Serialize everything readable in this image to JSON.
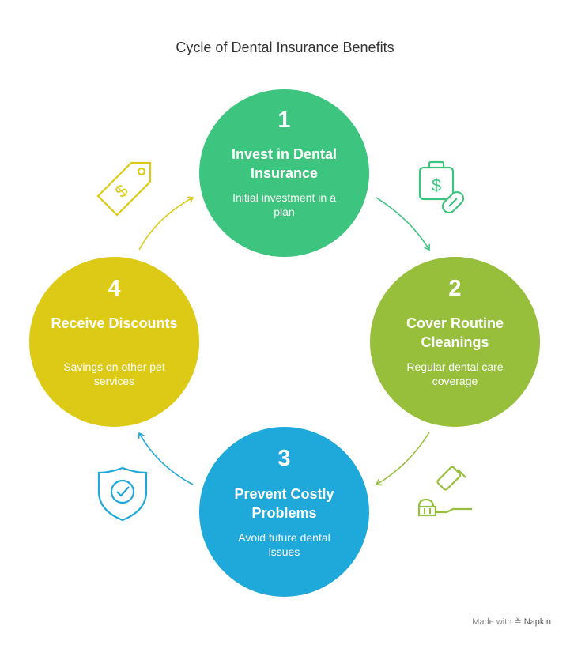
{
  "title": "Cycle of Dental Insurance Benefits",
  "steps": [
    {
      "number": "1",
      "heading": "Invest in Dental Insurance",
      "desc": "Initial investment in a plan",
      "color": "#3dc47e",
      "icon": "medical-kit-pill-icon"
    },
    {
      "number": "2",
      "heading": "Cover Routine Cleanings",
      "desc": "Regular dental care coverage",
      "color": "#97bf3c",
      "icon": "toothbrush-toothpaste-icon"
    },
    {
      "number": "3",
      "heading": "Prevent Costly Problems",
      "desc": "Avoid future dental issues",
      "color": "#1fa9da",
      "icon": "shield-check-icon"
    },
    {
      "number": "4",
      "heading": "Receive Discounts",
      "desc": "Savings on other pet services",
      "color": "#dcca16",
      "icon": "price-tag-icon"
    }
  ],
  "footer": {
    "made_with": "Made with",
    "brand": "Napkin"
  }
}
